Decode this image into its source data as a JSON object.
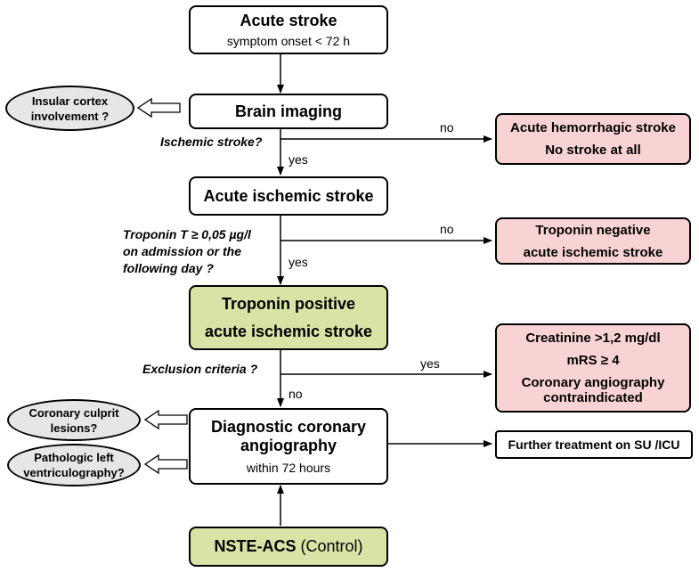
{
  "boxes": {
    "acute_stroke": {
      "title": "Acute stroke",
      "sub": "symptom onset < 72 h"
    },
    "brain_imaging": {
      "title": "Brain imaging"
    },
    "acute_ischemic": {
      "title": "Acute ischemic stroke"
    },
    "troponin_positive": {
      "line1": "Troponin positive",
      "line2": "acute ischemic stroke"
    },
    "diagnostic_angio": {
      "line1": "Diagnostic coronary",
      "line2": "angiography",
      "sub": "within 72 hours"
    },
    "nste_acs": {
      "title": "NSTE-ACS",
      "suffix": " (Control)"
    },
    "hemorrhagic": {
      "line1": "Acute hemorrhagic stroke",
      "line2": "No stroke at all"
    },
    "troponin_negative": {
      "line1": "Troponin negative",
      "line2": "acute ischemic stroke"
    },
    "exclusion_box": {
      "line1": "Creatinine >1,2 mg/dl",
      "line2": "mRS ≥ 4",
      "line3": "Coronary angiography",
      "line4": "contraindicated"
    },
    "further": {
      "title": "Further treatment on SU /ICU"
    }
  },
  "ellipses": {
    "insular": {
      "line1": "Insular cortex",
      "line2": "involvement ?"
    },
    "culprit": {
      "line1": "Coronary culprit",
      "line2": "lesions?"
    },
    "ventriculo": {
      "line1": "Pathologic left",
      "line2": "ventriculography?"
    }
  },
  "questions": {
    "ischemic": "Ischemic stroke?",
    "troponin": {
      "line1": "Troponin T ≥ 0,05 µg/l",
      "line2": "on admission or the",
      "line3": "following day ?"
    },
    "exclusion": "Exclusion criteria ?"
  },
  "labels": {
    "no": "no",
    "yes": "yes"
  }
}
